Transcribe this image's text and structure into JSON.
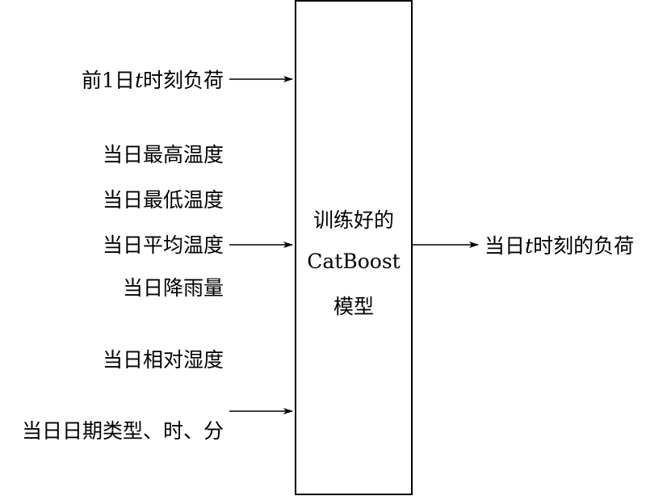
{
  "inputs": [
    {
      "before": "前1日",
      "var": "t",
      "after": "时刻负荷",
      "arrow": true
    },
    {
      "before": "当日最高温度",
      "var": "",
      "after": "",
      "arrow": false
    },
    {
      "before": "当日最低温度",
      "var": "",
      "after": "",
      "arrow": false
    },
    {
      "before": "当日平均温度",
      "var": "",
      "after": "",
      "arrow": true
    },
    {
      "before": "当日降雨量",
      "var": "",
      "after": "",
      "arrow": false
    },
    {
      "before": "当日相对湿度",
      "var": "",
      "after": "",
      "arrow": false
    },
    {
      "before": "当日日期类型、时、分",
      "var": "",
      "after": "",
      "arrow": true
    }
  ],
  "model": {
    "line1": "训练好的",
    "line2": "CatBoost",
    "line3": "模型"
  },
  "output": {
    "before": "当日",
    "var": "t",
    "after": "时刻的负荷"
  }
}
